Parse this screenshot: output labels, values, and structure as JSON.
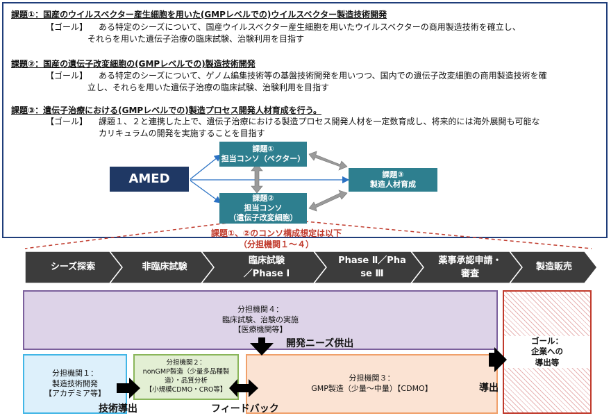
{
  "tasks": [
    {
      "title": "課題①：国産のウイルスベクター産生細胞を用いた(GMPレベルでの)ウイルスベクター製造技術開発",
      "goal_label": "【ゴール】",
      "goal_line1": "ある特定のシーズについて、国産ウイルスベクター産生細胞を用いたウイルスベクターの商用製造技術を確立し、",
      "goal_line2": "それらを用いた遺伝子治療の臨床試験、治験利用を目指す"
    },
    {
      "title": "課題②：国産の遺伝子改変細胞の(GMPレベルでの)製造技術開発",
      "goal_label": "【ゴール】",
      "goal_line1": "ある特定のシーズについて、ゲノム編集技術等の基盤技術開発を用いつつ、国内での遺伝子改変細胞の商用製造技術を確",
      "goal_line2": "立し、それらを用いた遺伝子治療の臨床試験、治験利用を目指す"
    },
    {
      "title": "課題③：遺伝子治療における(GMPレベルでの)製造プロセス開発人材育成を行う。",
      "goal_label": "【ゴール】",
      "goal_line1": "課題１、２と連携した上で、遺伝子治療における製造プロセス開発人材を一定数育成し、将来的には海外展開も可能な",
      "goal_line2": "カリキュラムの開発を実施することを目指す"
    }
  ],
  "diagram": {
    "amed": "AMED",
    "box1_line1": "課題①",
    "box1_line2": "担当コンソ（ベクター）",
    "box2_line1": "課題②",
    "box2_line2": "担当コンソ",
    "box2_line3": "（遺伝子改変細胞）",
    "box3_line1": "課題③",
    "box3_line2": "製造人材育成"
  },
  "note_line1": "課題①、②のコンソ構成想定は以下",
  "note_line2": "（分担機関１～４）",
  "phases": [
    {
      "line1": "シーズ探索",
      "line2": ""
    },
    {
      "line1": "非臨床試験",
      "line2": ""
    },
    {
      "line1": "臨床試験",
      "line2": "／Phase Ⅰ"
    },
    {
      "line1": "Phase Ⅱ／Pha",
      "line2": "se Ⅲ"
    },
    {
      "line1": "薬事承認申請・",
      "line2": "審査"
    },
    {
      "line1": "製造販売",
      "line2": ""
    }
  ],
  "org4": {
    "line1": "分担機関４：",
    "line2": "臨床試験、治験の実施",
    "line3": "【医療機関等】"
  },
  "org1": {
    "line1": "分担機関１：",
    "line2": "製造技術開発",
    "line3": "【アカデミア等】"
  },
  "org2": {
    "line1": "分担機関２：",
    "line2": "nonGMP製造（少量多品種製",
    "line3": "造）・品質分析",
    "line4": "【小規模CDMO・CRO等】"
  },
  "org3": {
    "line1": "分担機関３：",
    "line2": "GMP製造（少量～中量）【CDMO】"
  },
  "goal_box": {
    "line1": "ゴール：",
    "line2": "企業への",
    "line3": "導出等"
  },
  "labels": {
    "needs": "開発ニーズ供出",
    "tech": "技術導出",
    "feedback": "フィードバック",
    "out": "導出"
  },
  "colors": {
    "frame": "#1f3d7a",
    "teal": "#2e7f8f",
    "navy": "#1f3864",
    "phase": "#3c3c3c",
    "org4_fill": "#ddd3e8",
    "org1_fill": "#ddf0fb",
    "org2_fill": "#e3efd4",
    "org3_fill": "#fbe3d3",
    "goal_border": "#c0392b"
  }
}
